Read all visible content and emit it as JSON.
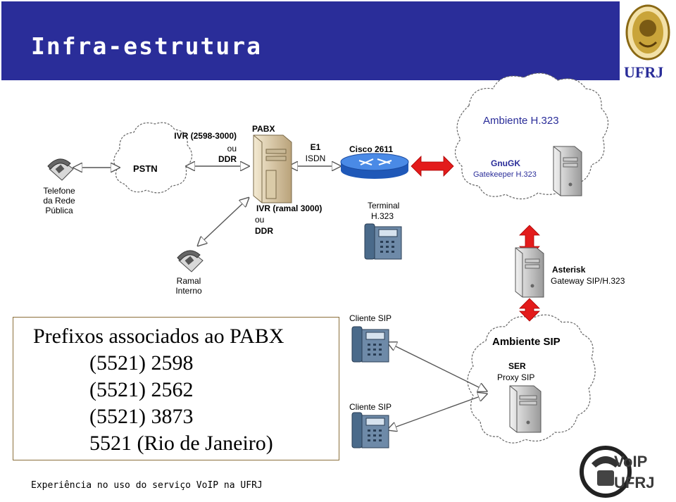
{
  "title": "Infra-estrutura",
  "logo": {
    "text": "UFRJ"
  },
  "nodes": {
    "telefone": [
      "Telefone",
      "da Rede",
      "Pública"
    ],
    "pstn": "PSTN",
    "ivr_top": {
      "l1": "IVR (2598-3000)",
      "l2": "ou",
      "l3": "DDR"
    },
    "pabx": "PABX",
    "e1": {
      "l1": "E1",
      "l2": "ISDN"
    },
    "cisco": "Cisco 2611",
    "ambiente_h323": "Ambiente H.323",
    "gnugk": "GnuGK",
    "gatekeeper": "Gatekeeper H.323",
    "ivr_bottom": {
      "l1": "IVR (ramal 3000)",
      "l2": "ou",
      "l3": "DDR"
    },
    "terminal": {
      "l1": "Terminal",
      "l2": "H.323"
    },
    "ramal": {
      "l1": "Ramal",
      "l2": "Interno"
    },
    "asterisk": {
      "l1": "Asterisk",
      "l2": "Gateway SIP/H.323"
    },
    "cliente_sip_1": "Cliente SIP",
    "cliente_sip_2": "Cliente SIP",
    "ambiente_sip": "Ambiente SIP",
    "ser": "SER",
    "proxy_sip": "Proxy SIP"
  },
  "prefixes": {
    "title": "Prefixos associados ao PABX",
    "items": [
      "(5521) 2598",
      "(5521) 2562",
      "(5521) 3873",
      "5521 (Rio de Janeiro)"
    ]
  },
  "footer": "Experiência no uso do serviço VoIP na UFRJ",
  "voip_logo": {
    "line1": "VoIP",
    "line2": "UFRJ"
  },
  "colors": {
    "title_bg": "#2a2d99",
    "arrow_red": "#e31b1b",
    "router_blue": "#2f6fd0"
  }
}
